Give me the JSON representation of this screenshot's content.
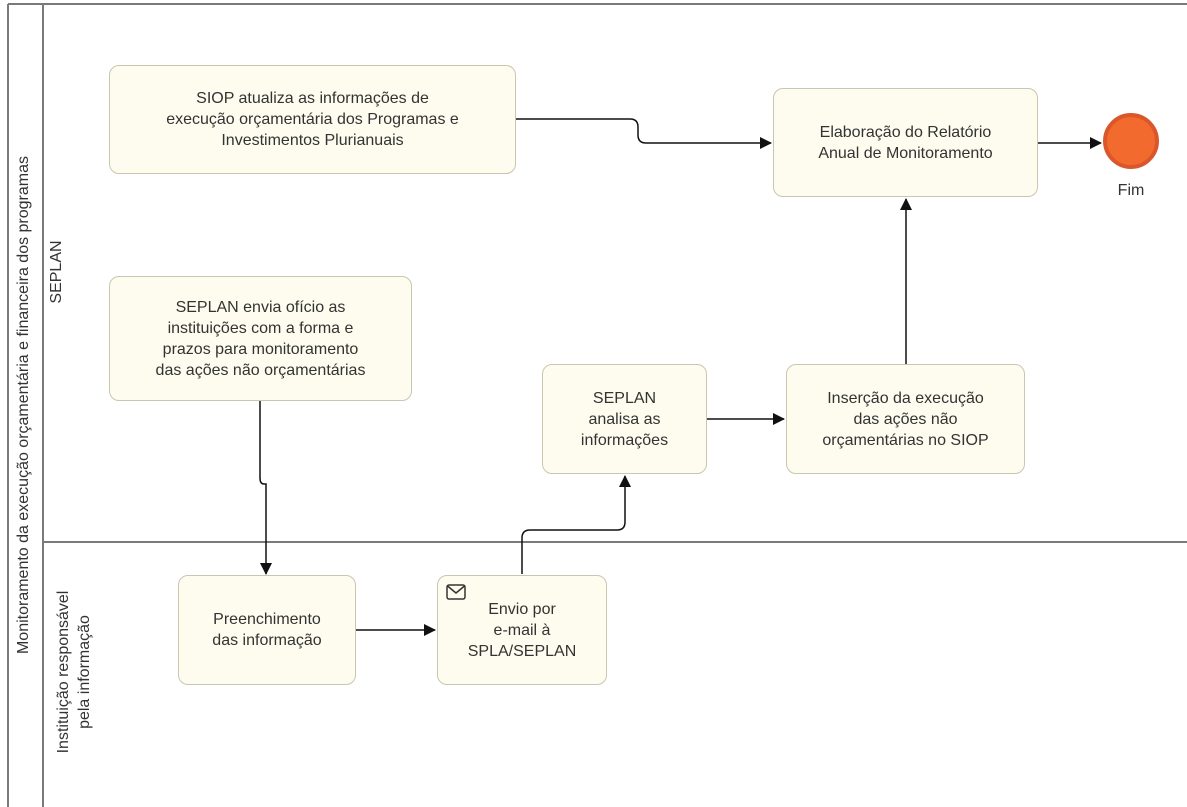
{
  "pool": {
    "label": "Monitoramento da execução orçamentária e financeira dos programas"
  },
  "lanes": [
    {
      "label": "SEPLAN"
    },
    {
      "label": "Instituição responsável\npela informação"
    }
  ],
  "tasks": {
    "siop": "SIOP atualiza as informações de\nexecução orçamentária dos Programas e\nInvestimentos Plurianuais",
    "relatorio": "Elaboração do Relatório\nAnual de Monitoramento",
    "oficio": "SEPLAN envia ofício as\ninstituições com a forma e\nprazos para monitoramento\ndas ações não orçamentárias",
    "analisa": "SEPLAN\nanalisa as\ninformações",
    "insercao": "Inserção da execução\ndas ações não\norçamentárias no SIOP",
    "preenchimento": "Preenchimento\ndas informação",
    "envio": "Envio por\ne-mail à\nSPLA/SEPLAN"
  },
  "end_event": {
    "label": "Fim",
    "color": "#f26a2d"
  },
  "icons": {
    "envio_task_icon": "envelope-icon"
  },
  "colors": {
    "task_fill": "#fdfcef",
    "task_border": "#c9c7b1",
    "line": "#7a7a7a"
  }
}
